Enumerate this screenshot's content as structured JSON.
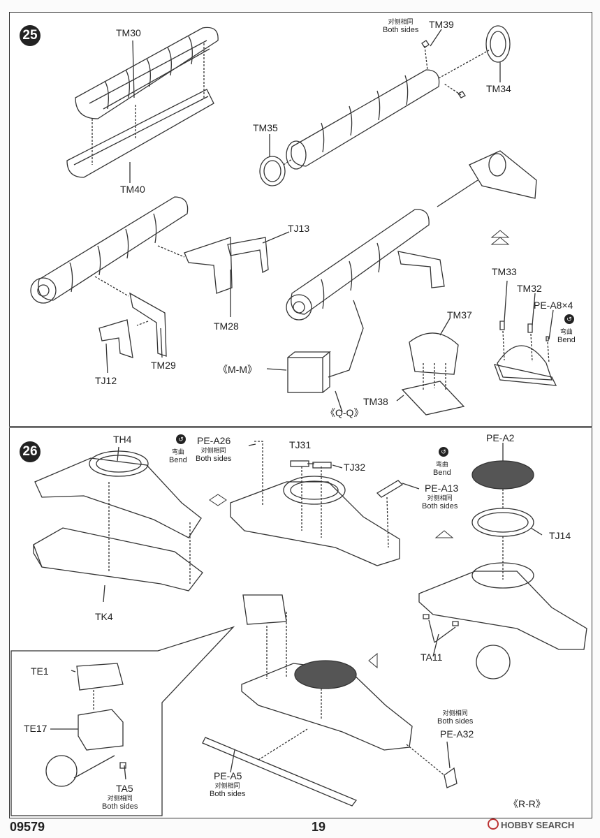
{
  "steps": {
    "s25": "25",
    "s26": "26"
  },
  "labels": {
    "tm30": "TM30",
    "tm39": "TM39",
    "tm34": "TM34",
    "tm35": "TM35",
    "tm40": "TM40",
    "tj13": "TJ13",
    "tm28": "TM28",
    "tm29": "TM29",
    "tj12": "TJ12",
    "tm33": "TM33",
    "tm32": "TM32",
    "pea8x4": "PE-A8×4",
    "tm37": "TM37",
    "tm38": "TM38",
    "mm": "《M-M》",
    "qq": "《Q-Q》",
    "th4": "TH4",
    "tk4": "TK4",
    "pea26": "PE-A26",
    "tj31": "TJ31",
    "tj32": "TJ32",
    "pea13": "PE-A13",
    "pea2": "PE-A2",
    "tj14": "TJ14",
    "ta11": "TA11",
    "te1": "TE1",
    "te17": "TE17",
    "ta5": "TA5",
    "pea5": "PE-A5",
    "pea32": "PE-A32",
    "rr": "《R-R》"
  },
  "notes": {
    "cn_both": "对侧相同",
    "en_both": "Both sides",
    "cn_bend": "弯曲",
    "en_bend": "Bend"
  },
  "footer": {
    "code": "09579",
    "page": "19",
    "watermark": "HOBBY SEARCH"
  }
}
